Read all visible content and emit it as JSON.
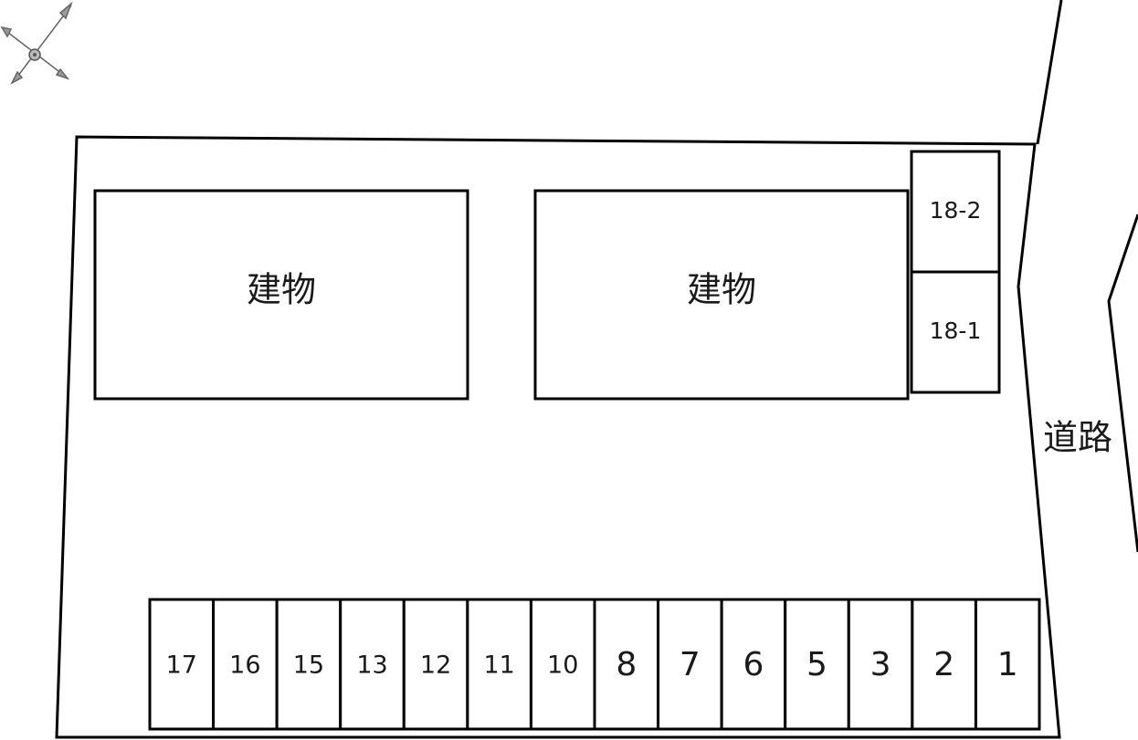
{
  "buildings": [
    {
      "label": "建物"
    },
    {
      "label": "建物"
    }
  ],
  "road": {
    "label": "道路"
  },
  "side_spots": [
    {
      "label": "18-2"
    },
    {
      "label": "18-1"
    }
  ],
  "parking_spots": [
    {
      "label": "17"
    },
    {
      "label": "16"
    },
    {
      "label": "15"
    },
    {
      "label": "13"
    },
    {
      "label": "12"
    },
    {
      "label": "11"
    },
    {
      "label": "10"
    },
    {
      "label": "8"
    },
    {
      "label": "7"
    },
    {
      "label": "6"
    },
    {
      "label": "5"
    },
    {
      "label": "3"
    },
    {
      "label": "2"
    },
    {
      "label": "1"
    }
  ],
  "compass": {
    "icon": "compass-rose-icon"
  }
}
